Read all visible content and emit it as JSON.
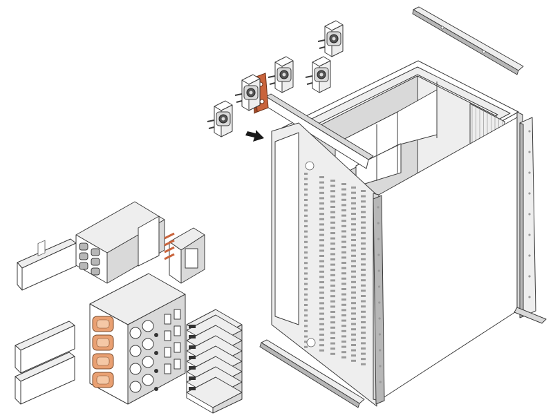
{
  "colors": {
    "background": "#ffffff",
    "outline": "#3a3a3a",
    "sheet_light": "#eeeeee",
    "sheet_mid": "#d9d9d9",
    "sheet_dark": "#b7b7b7",
    "busbar_copper": "#c9643c",
    "breaker_orange": "#e9a072",
    "arrow": "#1a1a1a"
  },
  "parts": {
    "cabinet_frame": "cabinet-frame",
    "door_panel": "door-panel",
    "front_mounting_panel": "front-mounting-panel",
    "top_rail": "top-rail",
    "side_rail": "side-rail",
    "bottom_rail": "bottom-rail",
    "copper_busbar": "copper-busbar",
    "terminal_blocks": 5,
    "breaker_module_small": "breaker-module-small",
    "breaker_module_large": "breaker-module-large",
    "din_rails": 3,
    "comb_busbar": "comb-busbar",
    "insertion_arrow": "arrow-icon"
  }
}
